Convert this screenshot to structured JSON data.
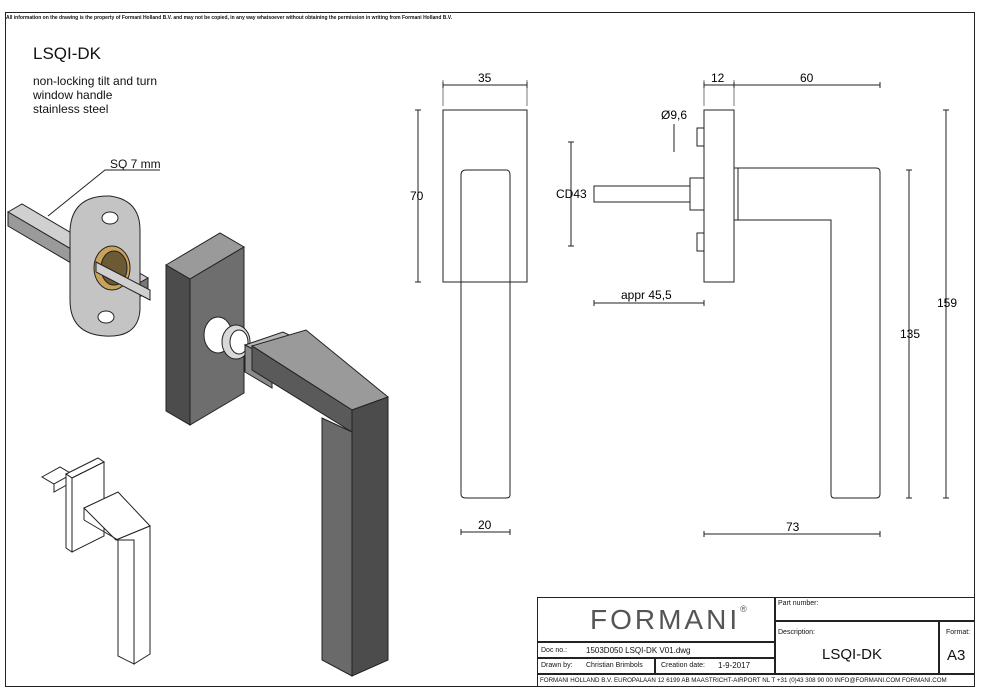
{
  "disclaimer": "All information on the drawing is the property of Formani Holland B.V. and may not be copied, in any way whatsoever without obtaining the permission in writing from Formani Holland B.V.",
  "product": {
    "code": "LSQI-DK",
    "description_lines": [
      "non-locking tilt and turn",
      "window handle",
      "stainless steel"
    ]
  },
  "labels": {
    "spindle": "SQ 7 mm"
  },
  "dimensions": {
    "front_width": "35",
    "front_height": "70",
    "handle_width": "20",
    "side_plate": "12",
    "side_reach": "60",
    "spindle_dia": "Ø9,6",
    "rosette_dia": "CD43",
    "spindle_length": "appr 45,5",
    "handle_length": "135",
    "overall_height": "159",
    "overall_depth": "73"
  },
  "title_block": {
    "logo": "FORMANI",
    "logo_mark": "®",
    "part_number_label": "Part number:",
    "description_label": "Description:",
    "description_value": "LSQI-DK",
    "format_label": "Format:",
    "format_value": "A3",
    "doc_no_label": "Doc no.:",
    "doc_no_value": "1503D050 LSQI-DK V01.dwg",
    "drawn_by_label": "Drawn by:",
    "drawn_by_value": "Christian Brimbols",
    "creation_date_label": "Creation date:",
    "creation_date_value": "1-9-2017",
    "footer": "FORMANI HOLLAND B.V.  EUROPALAAN 12  6199 AB MAASTRICHT-AIRPORT NL  T +31 (0)43 308 90 00 INFO@FORMANI.COM FORMANI.COM"
  },
  "colors": {
    "line": "#222222",
    "steel_light": "#d0d0d0",
    "steel_mid": "#9a9a9a",
    "steel_dark": "#4c4c4c",
    "brass": "#c9a35a"
  }
}
